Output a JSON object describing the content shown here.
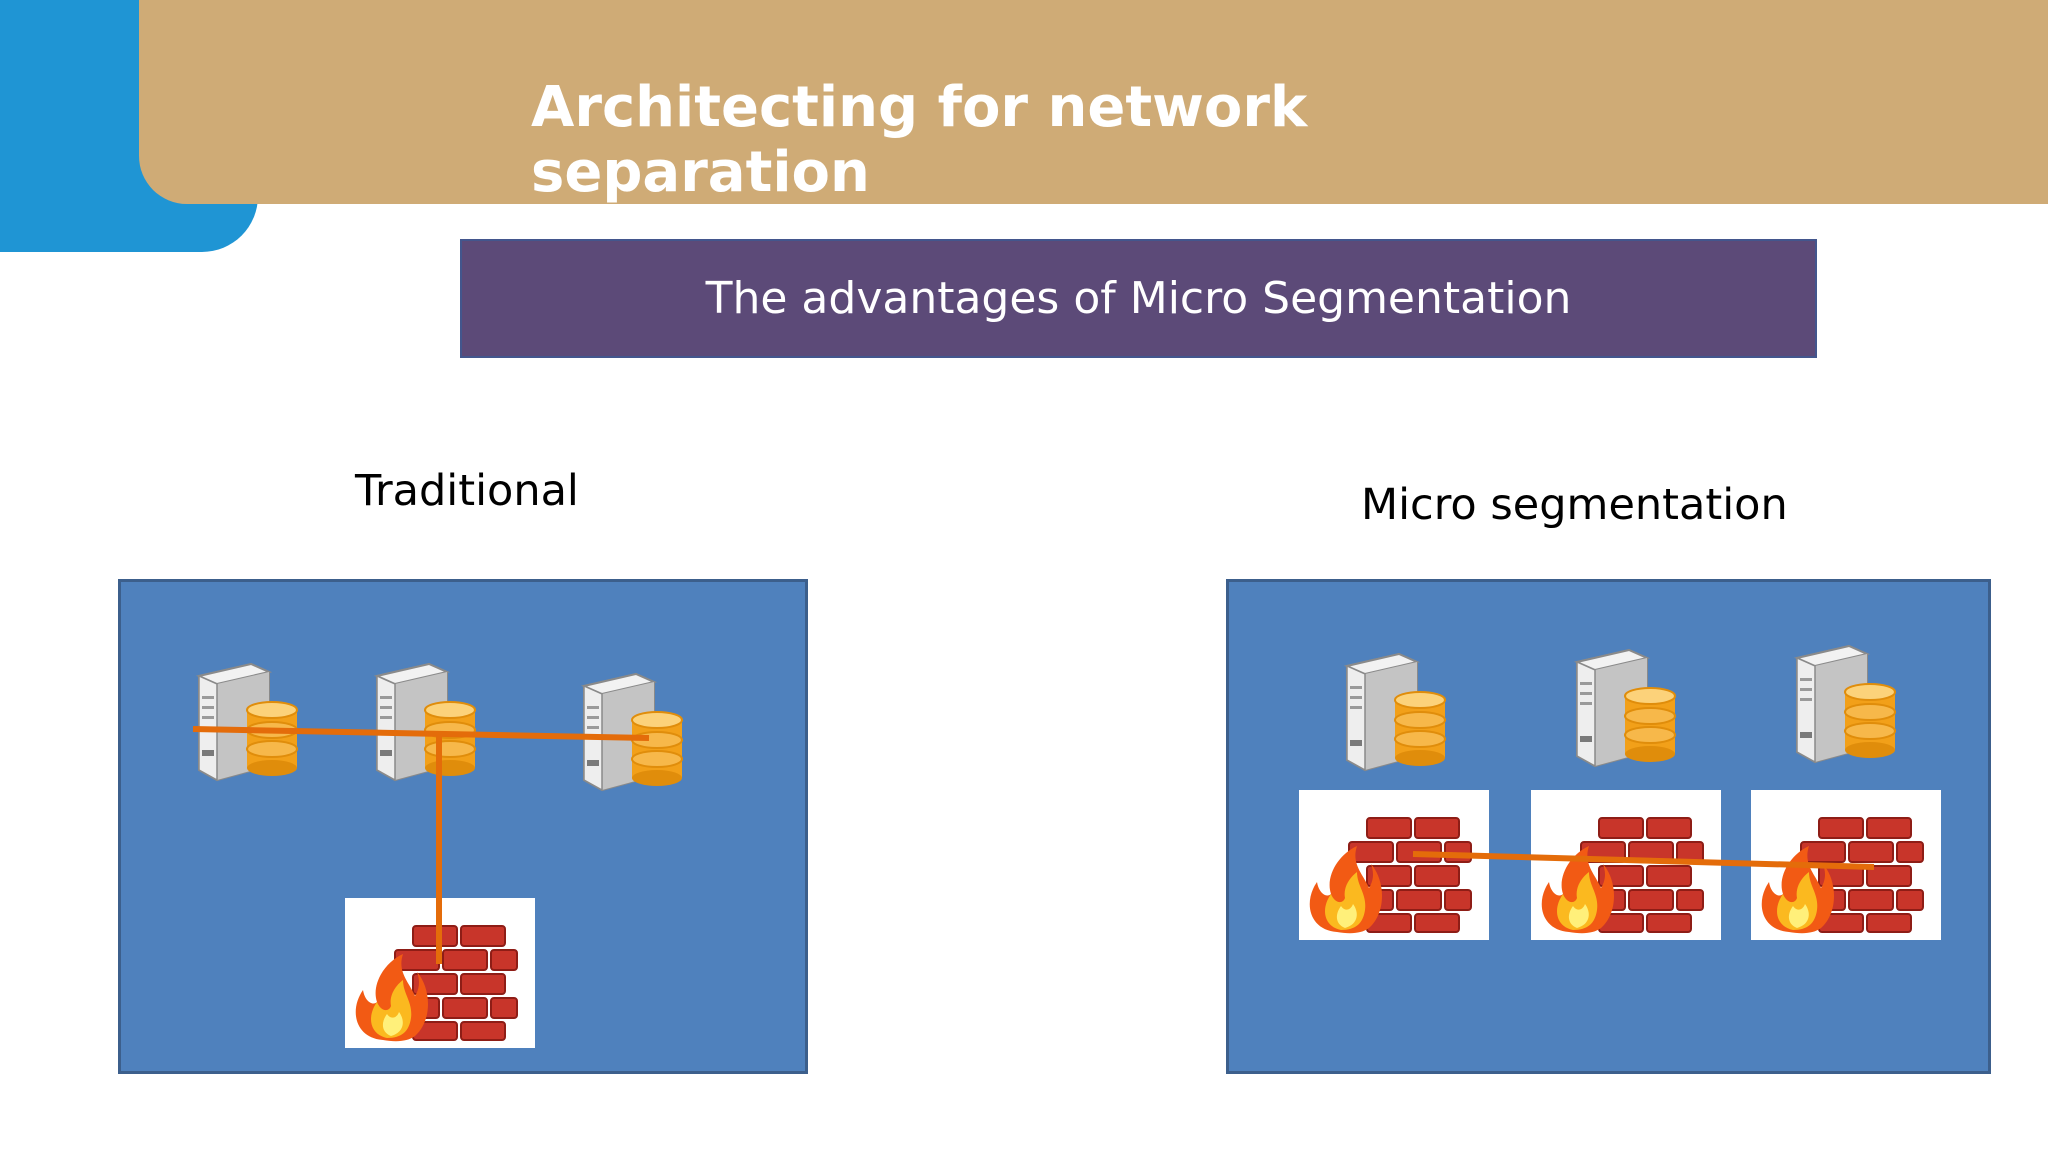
{
  "slide": {
    "title": "Architecting for network separation",
    "subtitle": "The advantages of Micro Segmentation"
  },
  "traditional": {
    "heading": "Traditional",
    "servers": [
      "server-database-icon",
      "server-database-icon",
      "server-database-icon"
    ],
    "firewalls": [
      "firewall-icon"
    ]
  },
  "micro": {
    "heading": "Micro segmentation",
    "servers": [
      "server-database-icon",
      "server-database-icon",
      "server-database-icon"
    ],
    "firewalls": [
      "firewall-icon",
      "firewall-icon",
      "firewall-icon"
    ]
  },
  "colors": {
    "accent_blue": "#1f95d4",
    "title_bar": "#cfab76",
    "subtitle_bg": "#5c4a78",
    "panel": "#4f81bd",
    "connection": "#e46c0a"
  }
}
